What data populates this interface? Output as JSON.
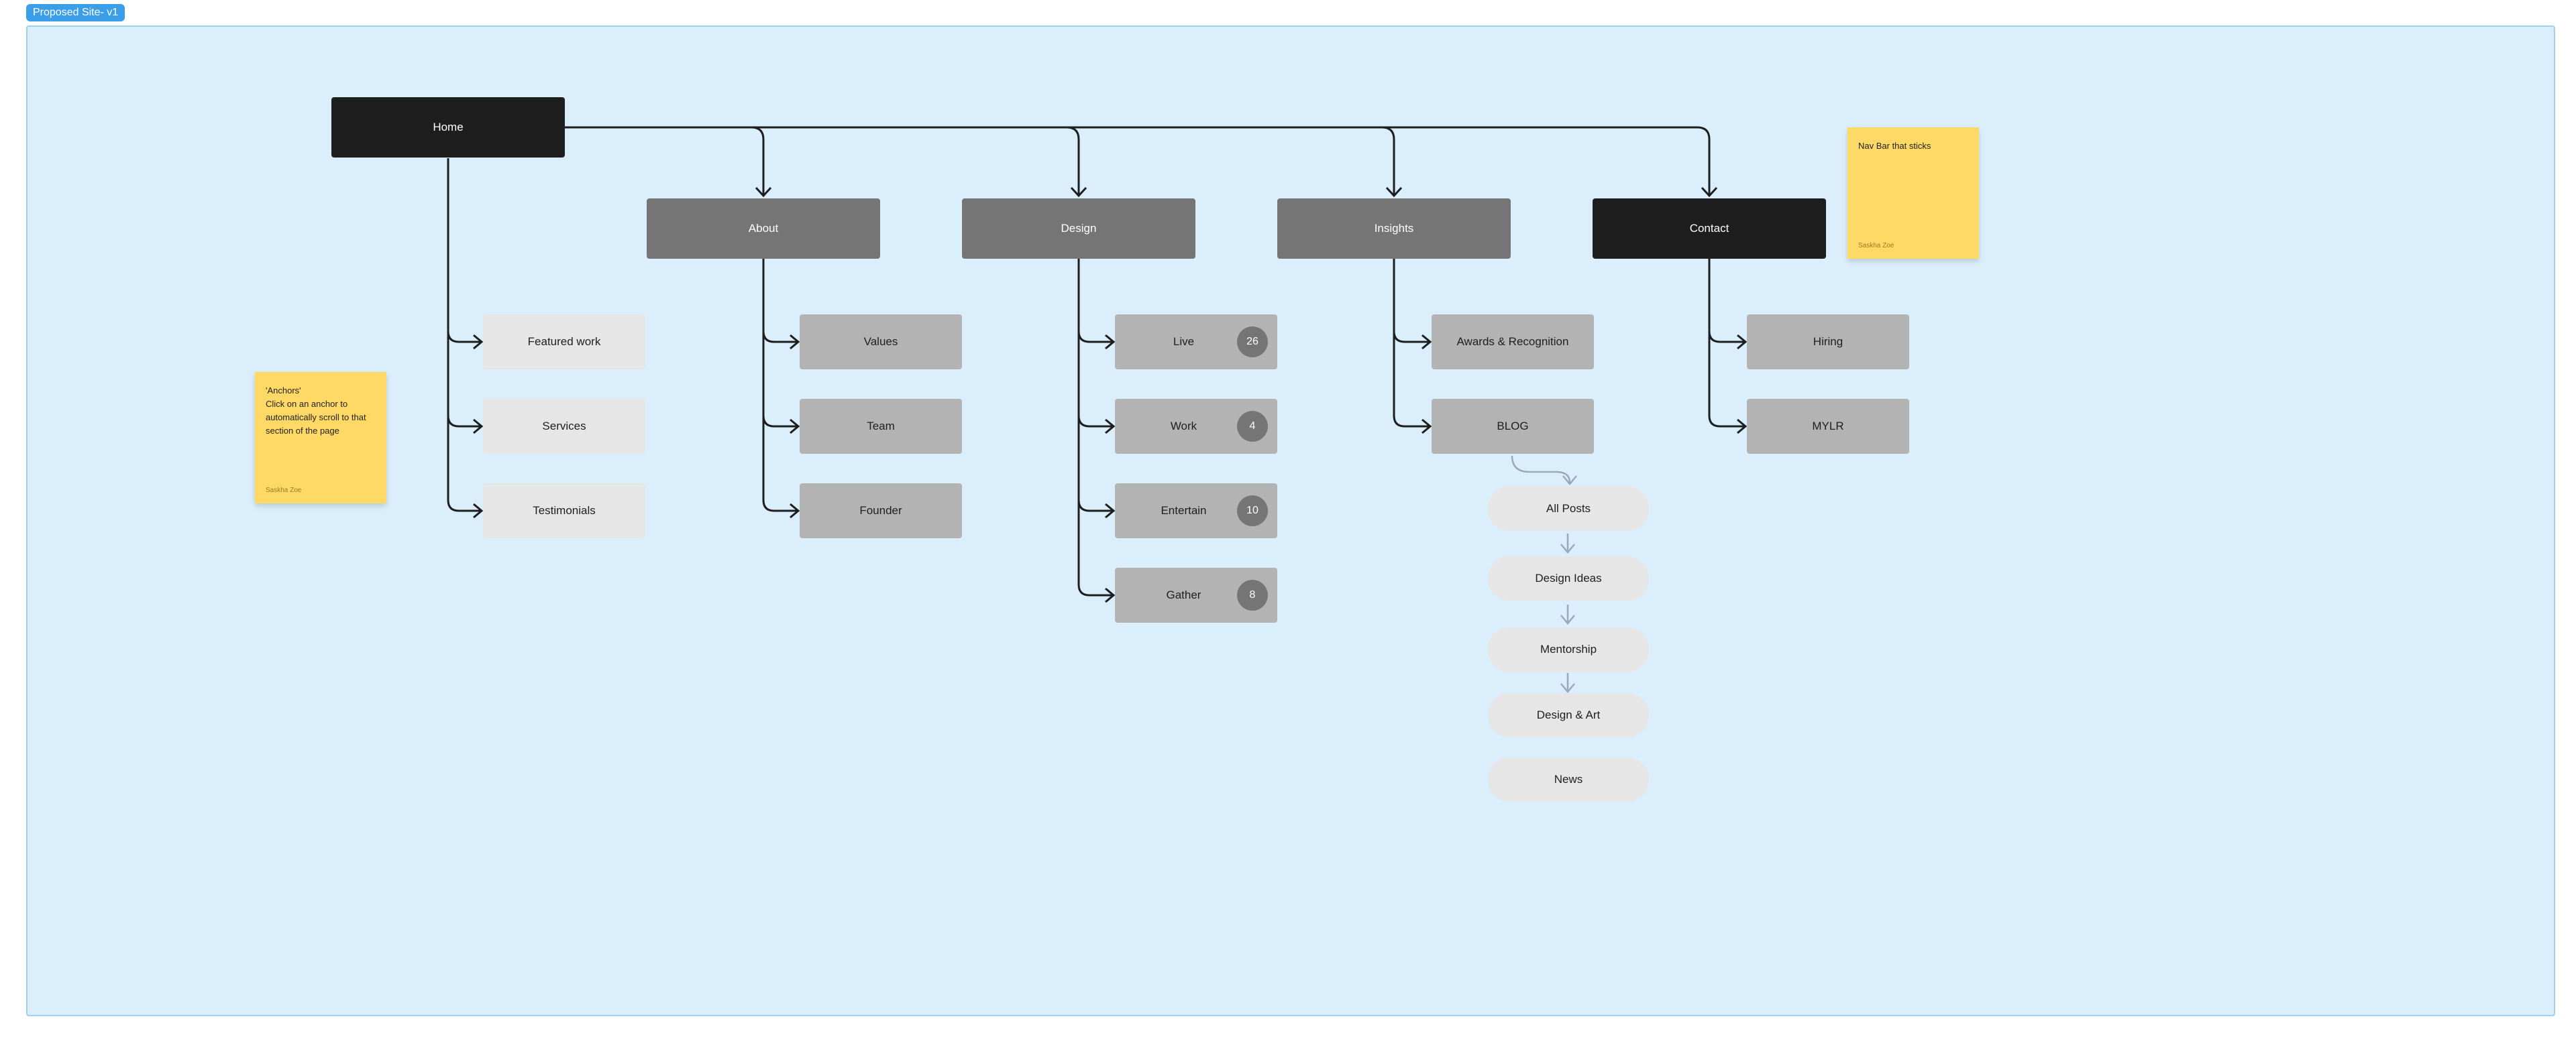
{
  "frame": {
    "label": "Proposed Site- v1"
  },
  "nodes": {
    "home": "Home",
    "about": "About",
    "design": "Design",
    "insights": "Insights",
    "contact": "Contact",
    "featured_work": "Featured work",
    "services": "Services",
    "testimonials": "Testimonials",
    "values": "Values",
    "team": "Team",
    "founder": "Founder",
    "live": {
      "label": "Live",
      "count": "26"
    },
    "work": {
      "label": "Work",
      "count": "4"
    },
    "entertain": {
      "label": "Entertain",
      "count": "10"
    },
    "gather": {
      "label": "Gather",
      "count": "8"
    },
    "awards": "Awards & Recognition",
    "blog": "BLOG",
    "hiring": "Hiring",
    "mylr": "MYLR",
    "all_posts": "All Posts",
    "design_ideas": "Design Ideas",
    "mentorship": "Mentorship",
    "design_art": "Design & Art",
    "news": "News"
  },
  "stickies": {
    "anchors": {
      "text": "'Anchors'\nClick on an anchor to automatically scroll to that section of the page",
      "author": "Saskha Zoe"
    },
    "navbar": {
      "text": "Nav Bar that sticks",
      "author": "Saskha Zoe"
    }
  },
  "colors": {
    "frame_bg": "#daeefc",
    "tag_bg": "#3b9ee8",
    "dark_node": "#1e1e1e",
    "section_node": "#757575",
    "sub_node": "#b3b3b3",
    "anchor_node": "#e6e6e6",
    "sticky": "#ffd966",
    "connector": "#1e1e1e",
    "blog_connector": "#9aa9b8"
  }
}
